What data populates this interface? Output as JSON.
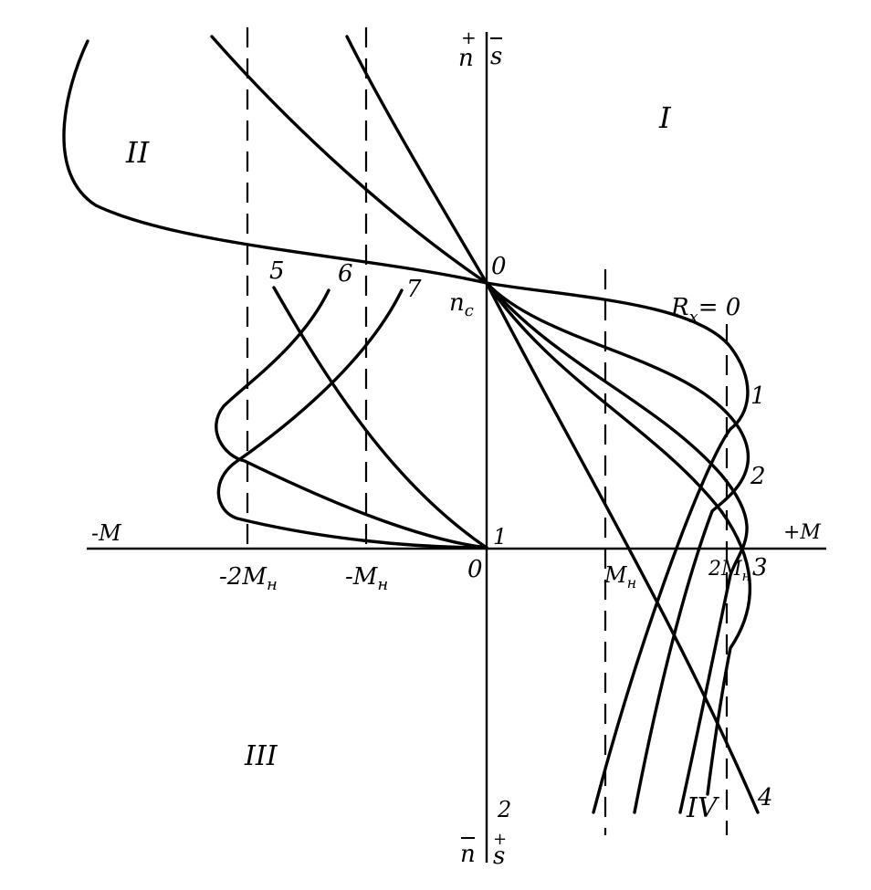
{
  "axes": {
    "neg_torque": "-M",
    "pos_torque": "+M",
    "origin_low": "0",
    "top_n_plus": "+",
    "top_n": "n",
    "top_s_bar": "s",
    "bottom_n_minus": "n",
    "bottom_s": "s",
    "bottom_s_plus": "+"
  },
  "ticks": {
    "neg_2mn": "-2M",
    "neg_2mn_sub": "н",
    "neg_mn": "-M",
    "neg_mn_sub": "н",
    "mn": "M",
    "mn_sub": "н",
    "two_mn": "2M",
    "two_mn_sub": "н"
  },
  "points": {
    "top_zero": "0",
    "nc": "n",
    "nc_sub": "c",
    "one_on_axis": "1",
    "two_on_axis": "2"
  },
  "curve_labels": {
    "rx_zero_r": "R",
    "rx_zero_sub": "x",
    "rx_zero_val": "= 0",
    "c1": "1",
    "c2": "2",
    "c3": "3",
    "c4": "4",
    "c5": "5",
    "c6": "6",
    "c7": "7"
  },
  "quadrants": {
    "q1": "I",
    "q2": "II",
    "q3": "III",
    "q4": "IV"
  }
}
